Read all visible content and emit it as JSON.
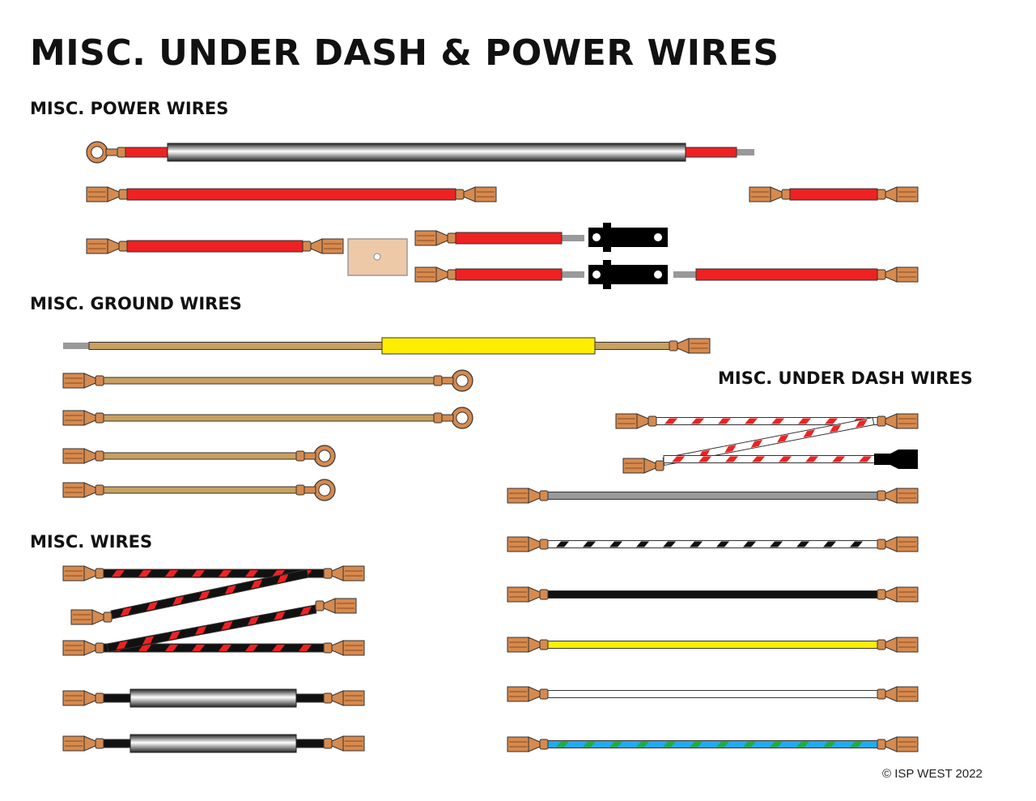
{
  "title": "MISC. UNDER DASH & POWER WIRES",
  "sections": {
    "power": "MISC. POWER WIRES",
    "ground": "MISC. GROUND WIRES",
    "misc": "MISC. WIRES",
    "under_dash": "MISC. UNDER DASH WIRES"
  },
  "copyright": "© ISP WEST 2022",
  "colors": {
    "copper": "#d68a4e",
    "red": "#ee2222",
    "tan": "#c8a060",
    "yellow": "#ffee00",
    "gray": "#999999",
    "black": "#111111",
    "white": "#ffffff",
    "blue": "#22aaee",
    "green": "#22aa44"
  },
  "wires": [
    {
      "name": "power-wire-ring-sleeve",
      "color": "red",
      "left": "ring",
      "right": "bare"
    },
    {
      "name": "power-wire-long",
      "color": "red",
      "left": "spade",
      "right": "spade"
    },
    {
      "name": "power-wire-short",
      "color": "red",
      "left": "spade",
      "right": "spade"
    },
    {
      "name": "power-wire-block",
      "color": "red",
      "left": "spade",
      "right": "spade"
    },
    {
      "name": "power-wire-switch-1",
      "color": "red",
      "left": "spade",
      "right": "bare"
    },
    {
      "name": "power-wire-switch-2",
      "color": "red",
      "left": "spade",
      "right": "bare"
    },
    {
      "name": "power-wire-switch-out",
      "color": "red",
      "left": "bare",
      "right": "spade"
    },
    {
      "name": "ground-wire-yellow-sleeve",
      "color": "tan",
      "left": "bare",
      "right": "spade"
    },
    {
      "name": "ground-wire-1",
      "color": "tan",
      "left": "spade",
      "right": "ring"
    },
    {
      "name": "ground-wire-2",
      "color": "tan",
      "left": "spade",
      "right": "ring"
    },
    {
      "name": "ground-wire-3",
      "color": "tan",
      "left": "spade",
      "right": "ring"
    },
    {
      "name": "ground-wire-4",
      "color": "tan",
      "left": "spade",
      "right": "ring"
    },
    {
      "name": "misc-wire-black-red-y",
      "color": "black",
      "stripe": "red",
      "left": "spade",
      "right": "spade"
    },
    {
      "name": "misc-wire-sleeve-1",
      "color": "black",
      "left": "spade",
      "right": "spade"
    },
    {
      "name": "misc-wire-sleeve-2",
      "color": "black",
      "left": "spade",
      "right": "spade"
    },
    {
      "name": "under-dash-white-red-y",
      "color": "white",
      "stripe": "red",
      "left": "spade",
      "right": "spade"
    },
    {
      "name": "under-dash-gray",
      "color": "gray",
      "left": "spade",
      "right": "spade"
    },
    {
      "name": "under-dash-white-black",
      "color": "white",
      "stripe": "black",
      "left": "spade",
      "right": "spade"
    },
    {
      "name": "under-dash-black",
      "color": "black",
      "left": "spade",
      "right": "spade"
    },
    {
      "name": "under-dash-yellow",
      "color": "yellow",
      "left": "spade",
      "right": "spade"
    },
    {
      "name": "under-dash-white",
      "color": "white",
      "left": "spade",
      "right": "spade"
    },
    {
      "name": "under-dash-blue-green",
      "color": "blue",
      "stripe": "green",
      "left": "spade",
      "right": "spade"
    }
  ]
}
